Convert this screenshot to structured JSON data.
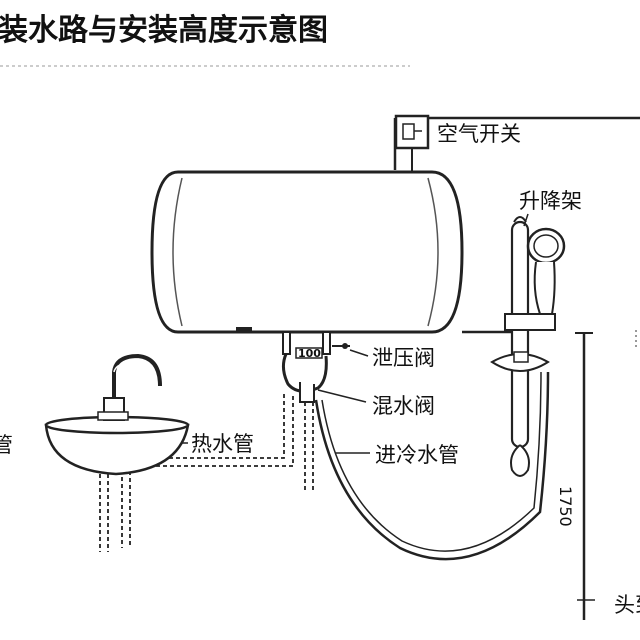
{
  "title": "装水路与安装高度示意图",
  "labels": {
    "air_switch": "空气开关",
    "lift_rack": "升降架",
    "pressure_valve": "泄压阀",
    "mixing_valve": "混水阀",
    "hot_pipe": "热水管",
    "cold_pipe": "进冷水管",
    "left_partial": "管",
    "valve_mark": "100",
    "height": "1750",
    "bottom_partial": "头到"
  }
}
